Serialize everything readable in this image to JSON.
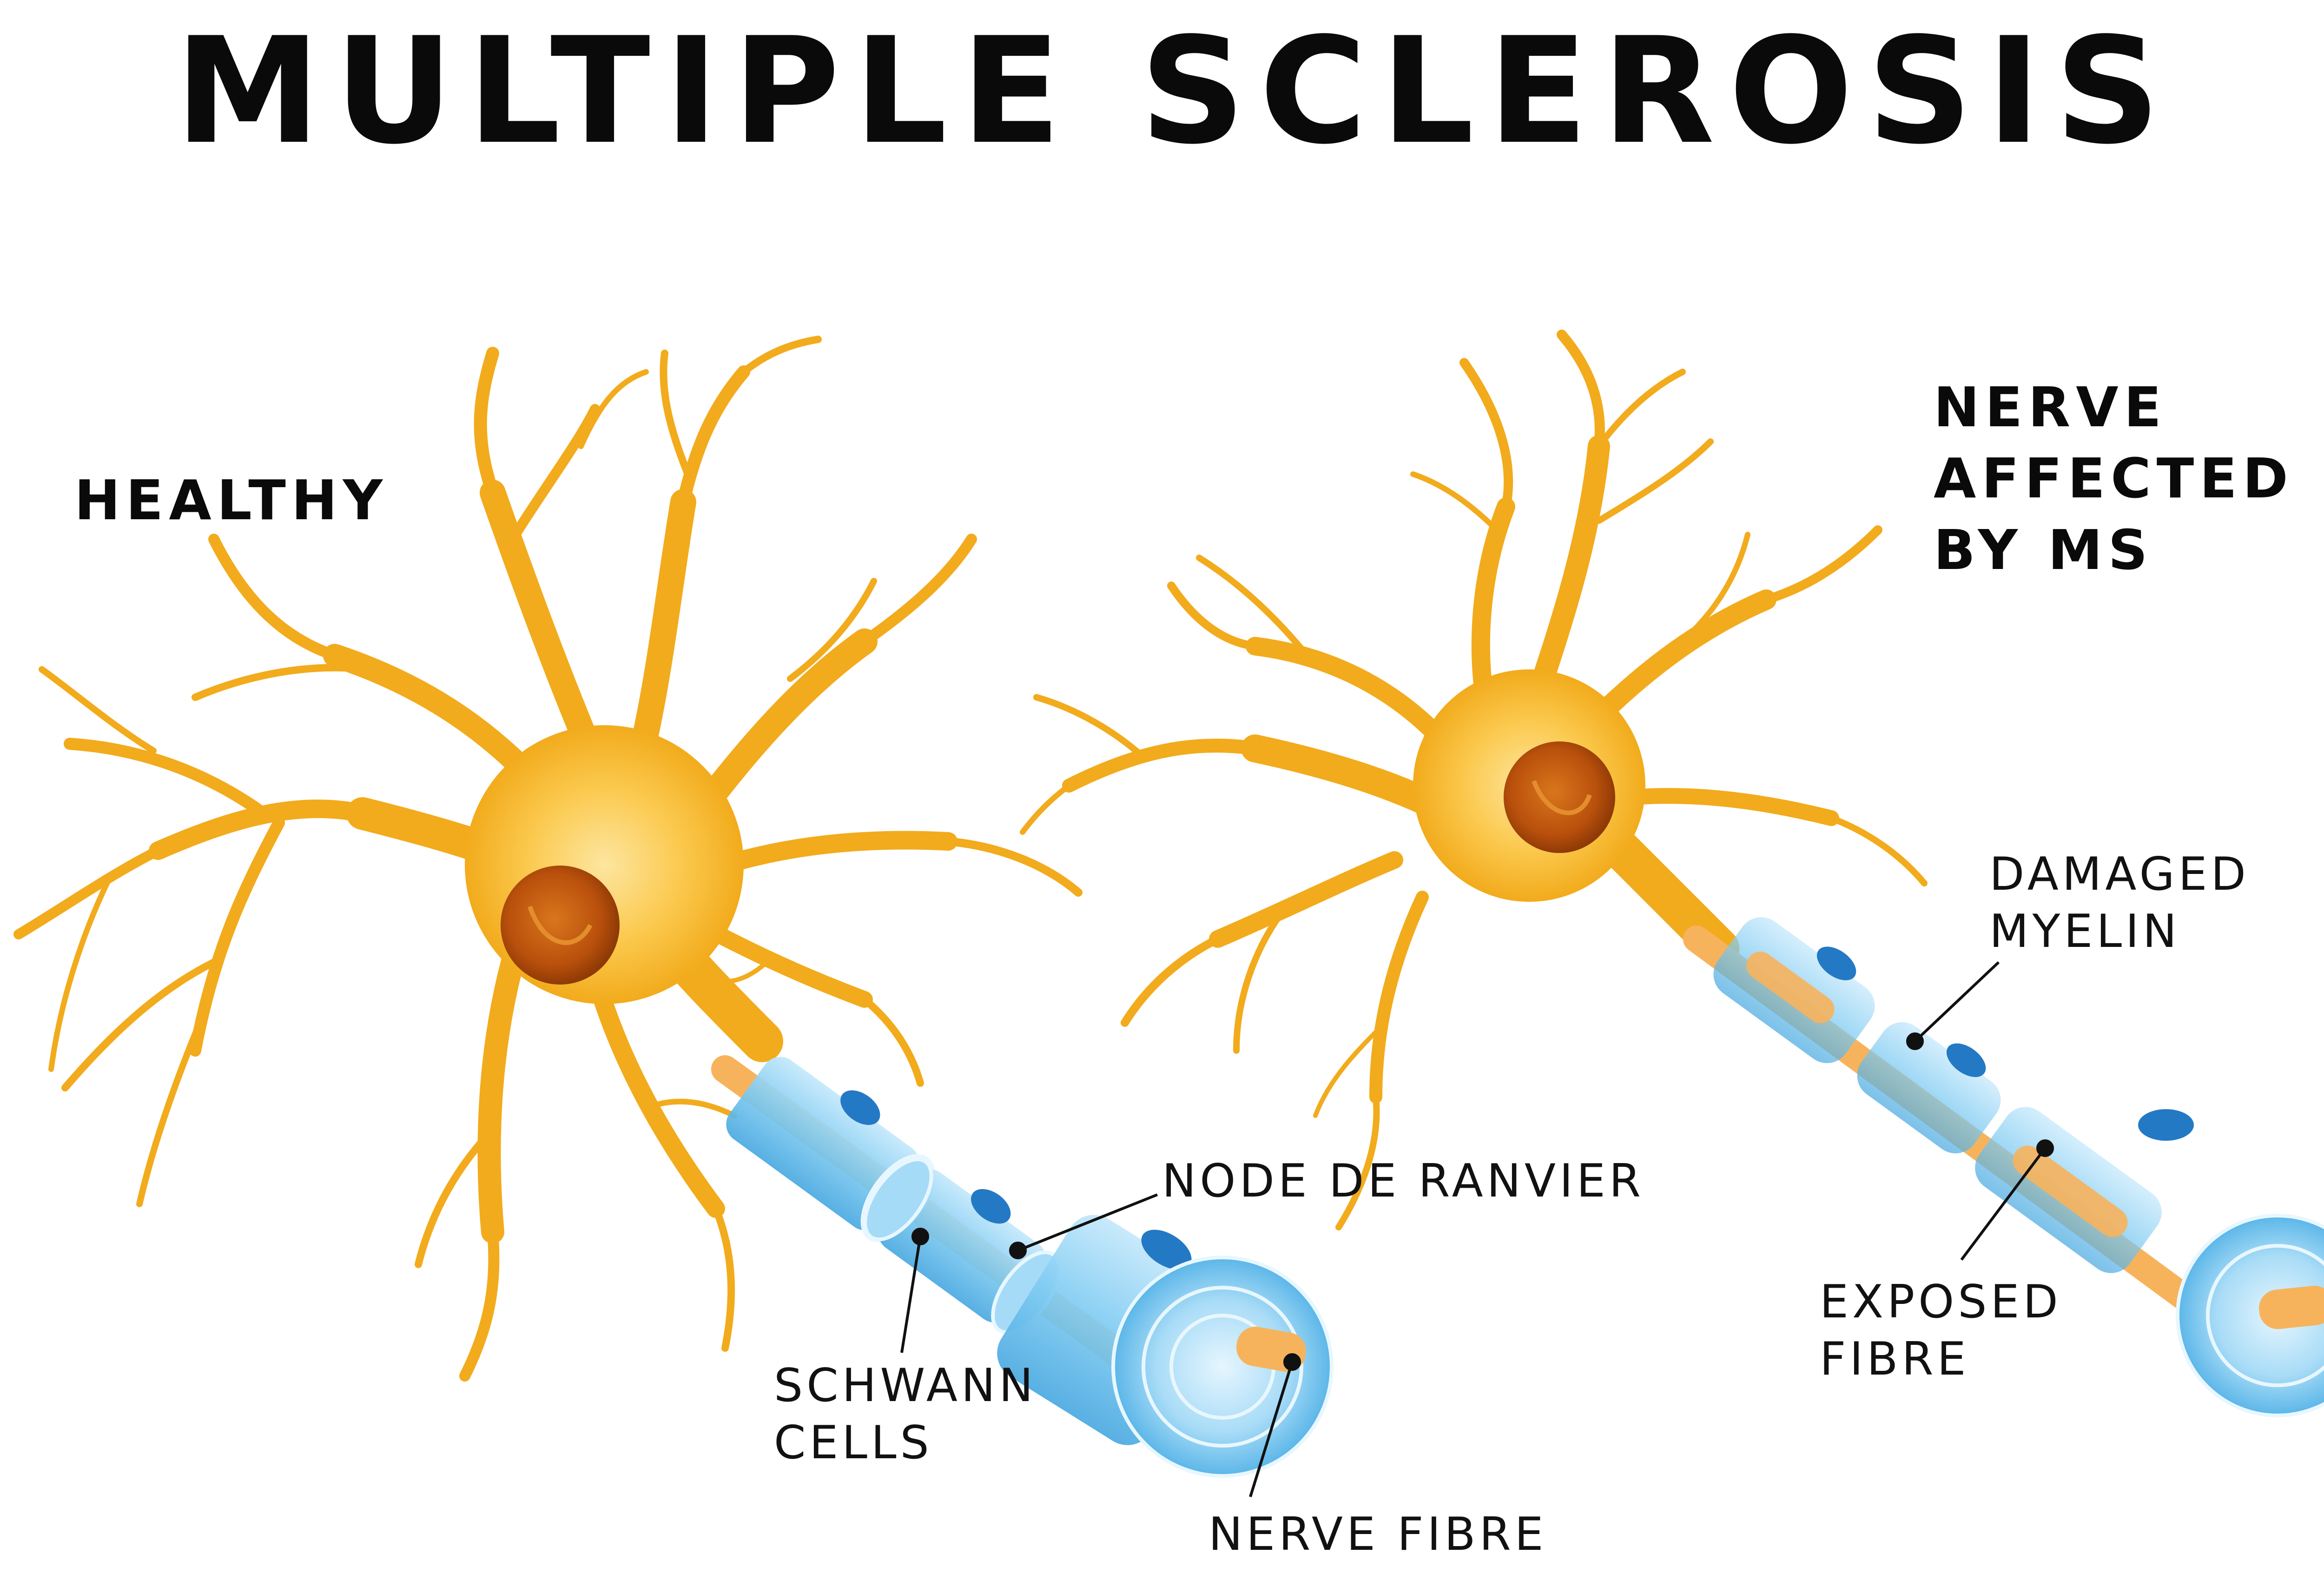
{
  "title": "MULTIPLE SCLEROSIS",
  "panels": {
    "healthy": {
      "heading": "HEALTHY"
    },
    "affected": {
      "heading_lines": [
        "NERVE",
        "AFFECTED",
        "BY MS"
      ]
    }
  },
  "labels": {
    "node_de_ranvier": "NODE DE RANVIER",
    "schwann_cells": [
      "SCHWANN",
      "CELLS"
    ],
    "nerve_fibre": "NERVE FIBRE",
    "damaged_myelin": [
      "DAMAGED",
      "MYELIN"
    ],
    "exposed_fibre": [
      "EXPOSED",
      "FIBRE"
    ]
  },
  "colors": {
    "neuron": "#f2ab1c",
    "neuron_light": "#fcd36a",
    "nucleus": "#c95c10",
    "nucleus_dark": "#8f3a06",
    "myelin": "#6cc3f0",
    "myelin_light": "#c4e8fb",
    "myelin_dark": "#3d9bd8",
    "schwann_nucleus": "#2479c4",
    "axon": "#f7b35c",
    "text": "#0a0a0a"
  }
}
